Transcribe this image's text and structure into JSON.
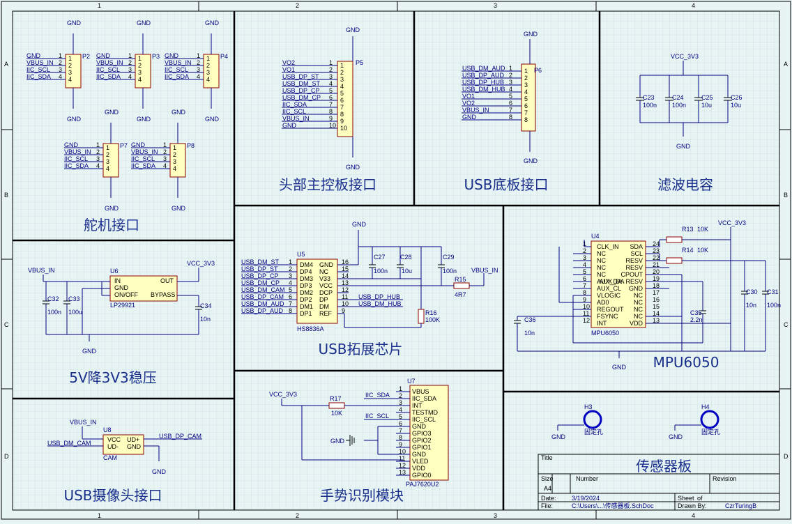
{
  "border": {
    "cols": [
      "1",
      "2",
      "3",
      "4"
    ],
    "rows": [
      "A",
      "B",
      "C",
      "D"
    ]
  },
  "titles": {
    "servo": "舵机接口",
    "head": "头部主控板接口",
    "usb_base": "USB底板接口",
    "filter": "滤波电容",
    "ldo": "5V降3V3稳压",
    "hub": "USB拓展芯片",
    "mpu": "MPU6050",
    "cam": "USB摄像头接口",
    "gesture": "手势识别模块"
  },
  "servo_pins": [
    "GND",
    "VBUS_IN",
    "IIC_SCL",
    "IIC_SDA"
  ],
  "servo_refs": [
    "P2",
    "P3",
    "P4",
    "P7",
    "P8"
  ],
  "p5": {
    "ref": "P5",
    "nets": [
      "VO2",
      "VO1",
      "USB_DP_ST",
      "USB_DM_ST",
      "USB_DP_CP",
      "USB_DM_CP",
      "IIC_SDA",
      "IIC_SCL",
      "VBUS_IN",
      "GND"
    ]
  },
  "p6": {
    "ref": "P6",
    "nets": [
      "USB_DM_AUD",
      "USB_DP_AUD",
      "USB_DP_HUB",
      "USB_DM_HUB",
      "VO1",
      "VO2",
      "VBUS_IN",
      "GND"
    ]
  },
  "caps_filter": {
    "vcc": "VCC_3V3",
    "gnd": "GND",
    "parts": [
      {
        "ref": "C23",
        "val": "100n"
      },
      {
        "ref": "C24",
        "val": "100n"
      },
      {
        "ref": "C25",
        "val": "10u"
      },
      {
        "ref": "C26",
        "val": "10u"
      }
    ]
  },
  "u6": {
    "ref": "U6",
    "part": "LP29921",
    "pins_left": [
      "IN",
      "GND",
      "ON/OFF"
    ],
    "pins_right": [
      "OUT",
      "BYPASS"
    ],
    "vin": "VBUS_IN",
    "vout": "VCC_3V3",
    "c32": "C32",
    "c32v": "100n",
    "c33": "C33",
    "c33v": "100u",
    "c34": "C34",
    "c34v": "10n",
    "gnd": "GND"
  },
  "u5": {
    "ref": "U5",
    "part": "HS8836A",
    "left_nets": [
      "USB_DM_ST",
      "USB_DP_ST",
      "USB_DP_CP",
      "USB_DM_CP",
      "USB_DM_CAM",
      "USB_DP_CAM",
      "USB_DM_AUD",
      "USB_DP_AUD"
    ],
    "left_pins": [
      "DM4",
      "DP4",
      "DM3",
      "DP3",
      "DM2",
      "DP2",
      "DM1",
      "DP1"
    ],
    "right_pins": [
      "GND",
      "NC",
      "V33",
      "VCC",
      "DCP",
      "DP",
      "DM",
      "REF"
    ],
    "right_nets": [
      "USB_DP_HUB",
      "USB_DM_HUB"
    ],
    "c27": "C27",
    "c27v": "100n",
    "c28": "C28",
    "c28v": "10u",
    "c29": "C29",
    "c29v": "100n",
    "r15": "R15",
    "r15v": "4R7",
    "r16": "R16",
    "r16v": "100K",
    "vbus": "VBUS_IN",
    "gnd": "GND"
  },
  "u4": {
    "ref": "U4",
    "part": "MPU6050",
    "left_pins": [
      "CLK_IN",
      "NC",
      "NC",
      "NC",
      "NC",
      "AUX_DA",
      "AUX_CL",
      "VLOGIC",
      "AD0",
      "REGOUT",
      "FSYNC",
      "INT"
    ],
    "right_pins": [
      "SDA",
      "SCL",
      "RESV",
      "RESV",
      "CPOUT",
      "AUX_DA RESV",
      "GND",
      "NC",
      "NC",
      "NC",
      "NC",
      "VDD"
    ],
    "right_nums": [
      "24",
      "23",
      "22",
      "21",
      "20",
      "19",
      "18",
      "17",
      "16",
      "15",
      "14",
      "13"
    ],
    "r13": "R13",
    "r13v": "10K",
    "r14": "R14",
    "r14v": "10K",
    "vcc": "VCC_3V3",
    "c30": "C30",
    "c30v": "10n",
    "c31": "C31",
    "c31v": "100n",
    "c35": "C35",
    "c35v": "2.2n",
    "c36": "C36",
    "c36v": "10n",
    "gnd": "GND"
  },
  "u8": {
    "ref": "U8",
    "part": "CAM",
    "vbus": "VBUS_IN",
    "net_dm": "USB_DM_CAM",
    "net_dp": "USB_DP_CAM",
    "pins_left": [
      "VCC",
      "UD-"
    ],
    "pins_right": [
      "UD+",
      "GND"
    ],
    "gnd": "GND"
  },
  "u7": {
    "ref": "U7",
    "part": "PAJ7620U2",
    "pins": [
      "VBUS",
      "IIC_SDA",
      "INT",
      "TESTMD",
      "IIC_SCL",
      "GND",
      "GPIO3",
      "GPIO2",
      "GPIO1",
      "GND",
      "VLED",
      "VDD",
      "GPIO0"
    ],
    "vcc": "VCC_3V3",
    "r17": "R17",
    "r17v": "10K",
    "sda": "IIC_SDA",
    "scl": "IIC_SCL",
    "gnd": "GND"
  },
  "holes": [
    {
      "ref": "H3",
      "label": "固定孔",
      "gnd": "GND"
    },
    {
      "ref": "H4",
      "label": "固定孔",
      "gnd": "GND"
    }
  ],
  "title_block": {
    "title_label": "Title",
    "title": "传感器板",
    "size_label": "Size",
    "size": "A4",
    "number_label": "Number",
    "revision_label": "Revision",
    "date_label": "Date:",
    "date": "3/19/2024",
    "file_label": "File:",
    "file": "C:\\Users\\...\\传感器板.SchDoc",
    "sheet_label": "Sheet",
    "of_label": "of",
    "drawn_label": "Drawn By:",
    "drawn": "CzrTuringB"
  }
}
